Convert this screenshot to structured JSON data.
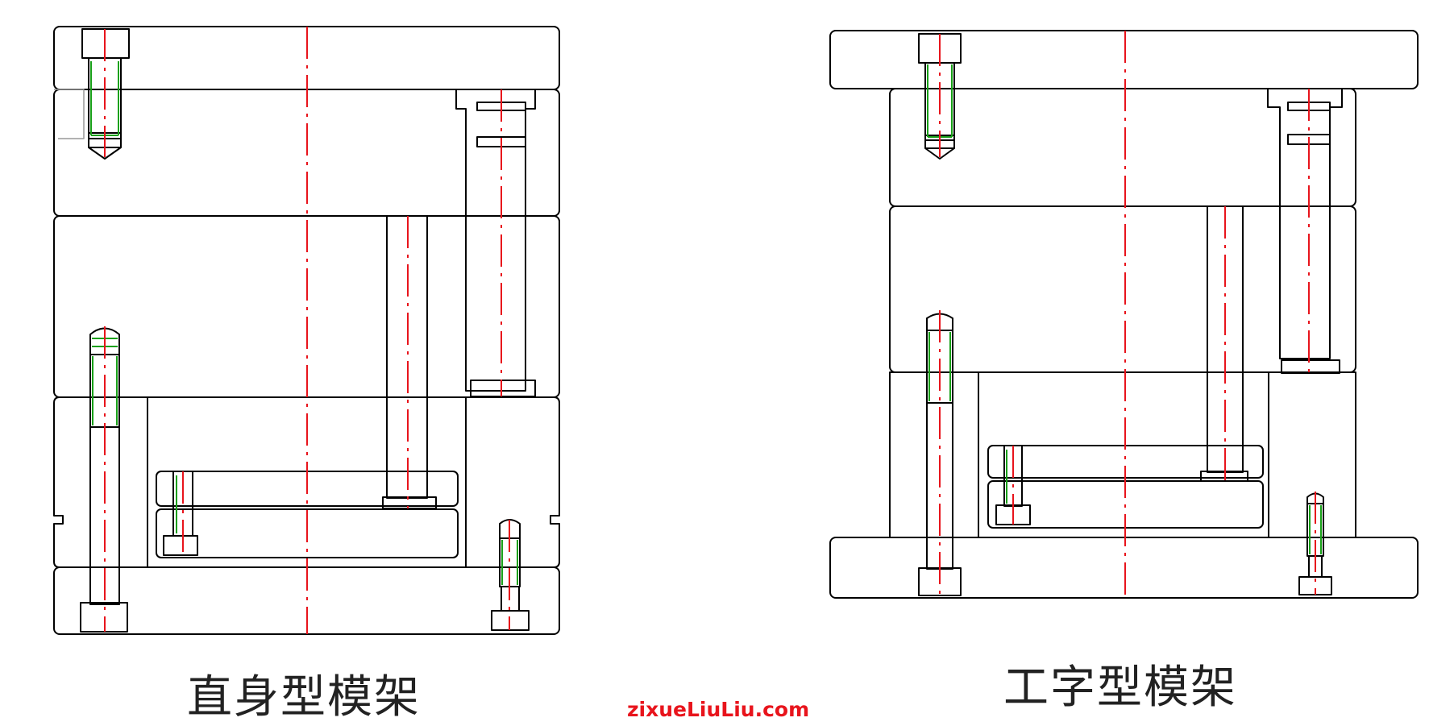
{
  "captions": {
    "left": "直身型模架",
    "right": "工字型模架"
  },
  "watermark": "zixueLiuLiu.com",
  "colors": {
    "outline": "#000000",
    "centerline": "#e8141c",
    "thread": "#18a018",
    "caption": "#222222",
    "watermark": "#e8141c"
  }
}
